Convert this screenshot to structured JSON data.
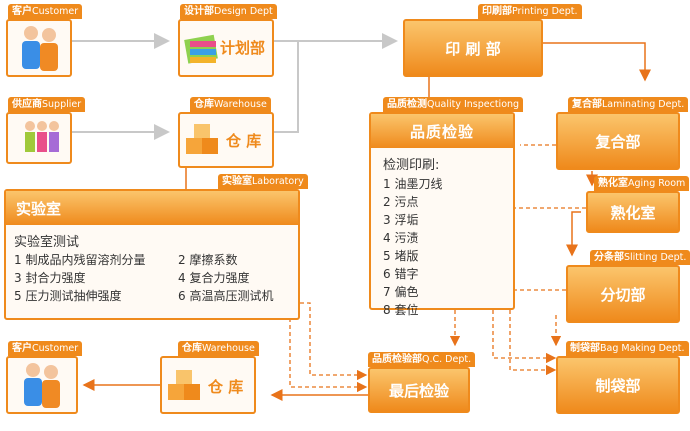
{
  "nodes": {
    "customer_top": {
      "tab_cn": "客户",
      "tab_en": "Customer"
    },
    "design": {
      "tab_cn": "设计部",
      "tab_en": "Design Dept",
      "label": "计划部"
    },
    "printing": {
      "tab_cn": "印刷部",
      "tab_en": "Printing Dept.",
      "label": "印 刷 部"
    },
    "supplier": {
      "tab_cn": "供应商",
      "tab_en": "Supplier"
    },
    "warehouse_top": {
      "tab_cn": "仓库",
      "tab_en": "Warehouse",
      "label": "仓 库"
    },
    "quality": {
      "tab_cn": "品质检测",
      "tab_en": "Quality Inspectiong",
      "label": "品质检验",
      "list_title": "检测印刷:",
      "items": [
        "1 油墨刀线",
        "2 污点",
        "3 浮垢",
        "4 污渍",
        "5 堵版",
        "6 错字",
        "7 偏色",
        "8 套位"
      ]
    },
    "laminating": {
      "tab_cn": "复合部",
      "tab_en": "Laminating Dept.",
      "label": "复合部"
    },
    "aging": {
      "tab_cn": "熟化室",
      "tab_en": "Aging Room",
      "label": "熟化室"
    },
    "laboratory": {
      "tab_cn": "实验室",
      "tab_en": "Laboratory",
      "label": "实验室",
      "list_title": "实验室测试",
      "items": [
        "1 制成品内残留溶剂分量",
        "2 摩擦系数",
        "3 封合力强度",
        "4 复合力强度",
        "5 压力测试抽伸强度",
        "6 高温高压测试机"
      ]
    },
    "slitting": {
      "tab_cn": "分条部",
      "tab_en": "Slitting Dept.",
      "label": "分切部"
    },
    "qc": {
      "tab_cn": "品质检验部",
      "tab_en": "Q.C. Dept.",
      "label": "最后检验"
    },
    "bagmaking": {
      "tab_cn": "制袋部",
      "tab_en": "Bag Making Dept.",
      "label": "制袋部"
    },
    "warehouse_bottom": {
      "tab_cn": "仓库",
      "tab_en": "Warehouse",
      "label": "仓 库"
    },
    "customer_bottom": {
      "tab_cn": "客户",
      "tab_en": "Customer"
    }
  },
  "colors": {
    "accent": "#ef8a1c",
    "arrow_gray": "#c8c8c8",
    "arrow_orange": "#e8731a"
  }
}
